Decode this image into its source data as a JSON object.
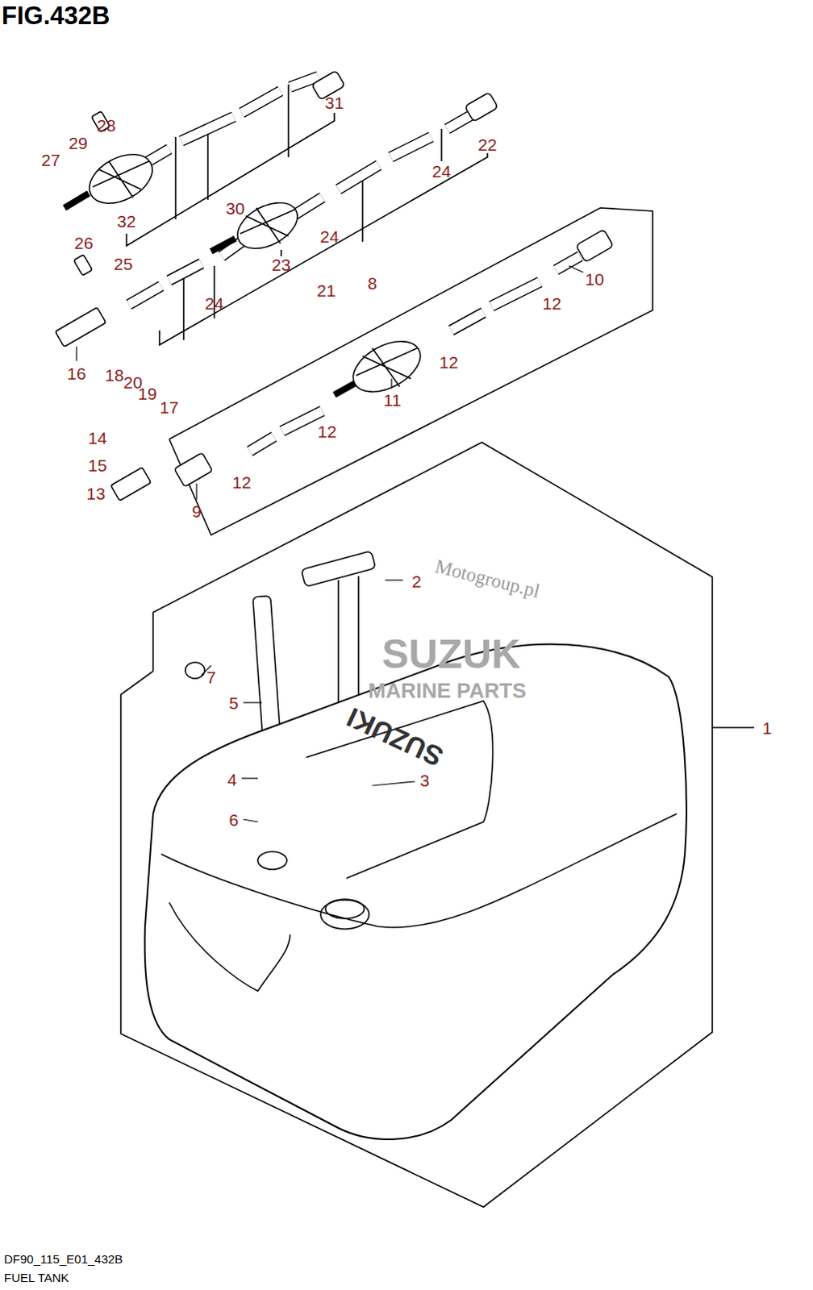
{
  "diagram": {
    "title": "FIG.432B",
    "caption": "FUEL TANK",
    "labels": [
      "31",
      "27",
      "29",
      "28",
      "22",
      "24",
      "30",
      "32",
      "24",
      "26",
      "25",
      "23",
      "8",
      "10",
      "24",
      "21",
      "12",
      "16",
      "18",
      "20",
      "19",
      "17",
      "12",
      "11",
      "12",
      "14",
      "15",
      "13",
      "12",
      "9",
      "2",
      "7",
      "5",
      "1",
      "4",
      "3",
      "6",
      "Motogroup.pl",
      "SUZUK",
      "MARINE PARTS",
      "SUZUKI",
      "DF90_115_E01_432B"
    ]
  }
}
